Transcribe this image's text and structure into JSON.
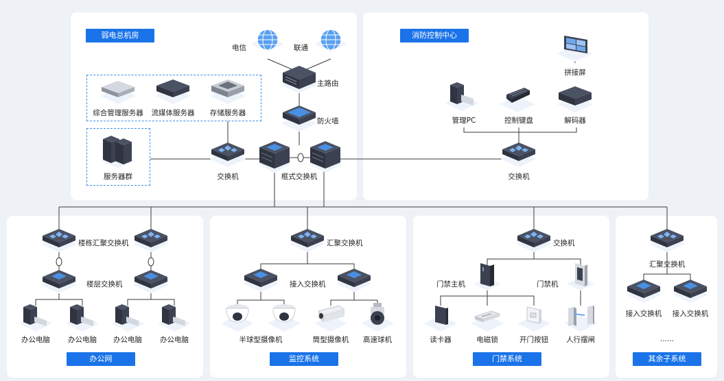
{
  "sections": {
    "weak_room": "弱电总机房",
    "fire_center": "消防控制中心",
    "office": "办公网",
    "monitor": "监控系统",
    "access": "门禁系统",
    "other": "其余子系统"
  },
  "labels": {
    "telecom": "电信",
    "unicom": "联通",
    "main_router": "主路由",
    "firewall": "防火墙",
    "mgmt_server": "综合管理服务器",
    "media_server": "流媒体服务器",
    "storage_server": "存储服务器",
    "server_group": "服务器群",
    "switch_room": "交换机",
    "chassis_switch": "框式交换机",
    "splice_screen": "拼接屏",
    "mgmt_pc": "管理PC",
    "ctrl_keyboard": "控制键盘",
    "decoder": "解码器",
    "fire_switch": "交换机",
    "building_switch": "楼栋汇聚交换机",
    "floor_switch": "楼层交换机",
    "office_pc_1": "办公电脑",
    "office_pc_2": "办公电脑",
    "office_pc_3": "办公电脑",
    "office_pc_4": "办公电脑",
    "agg_switch_mon": "汇聚交换机",
    "access_switch_mon": "接入交换机",
    "dome_camera": "半球型摄像机",
    "bullet_camera": "筒型摄像机",
    "speed_dome": "高速球机",
    "access_switch_door": "交换机",
    "door_host": "门禁主机",
    "door_machine": "门禁机",
    "card_reader": "读卡器",
    "mag_lock": "电磁锁",
    "exit_button": "开门按钮",
    "turnstile": "人行摆闸",
    "agg_switch_other": "汇聚交换机",
    "access_switch_other_1": "接入交换机",
    "access_switch_other_2": "接入交换机",
    "ellipsis": "......"
  },
  "colors": {
    "accent": "#1a73e8",
    "device_dark": "#3b4150",
    "device_blue": "#4a90e2"
  }
}
